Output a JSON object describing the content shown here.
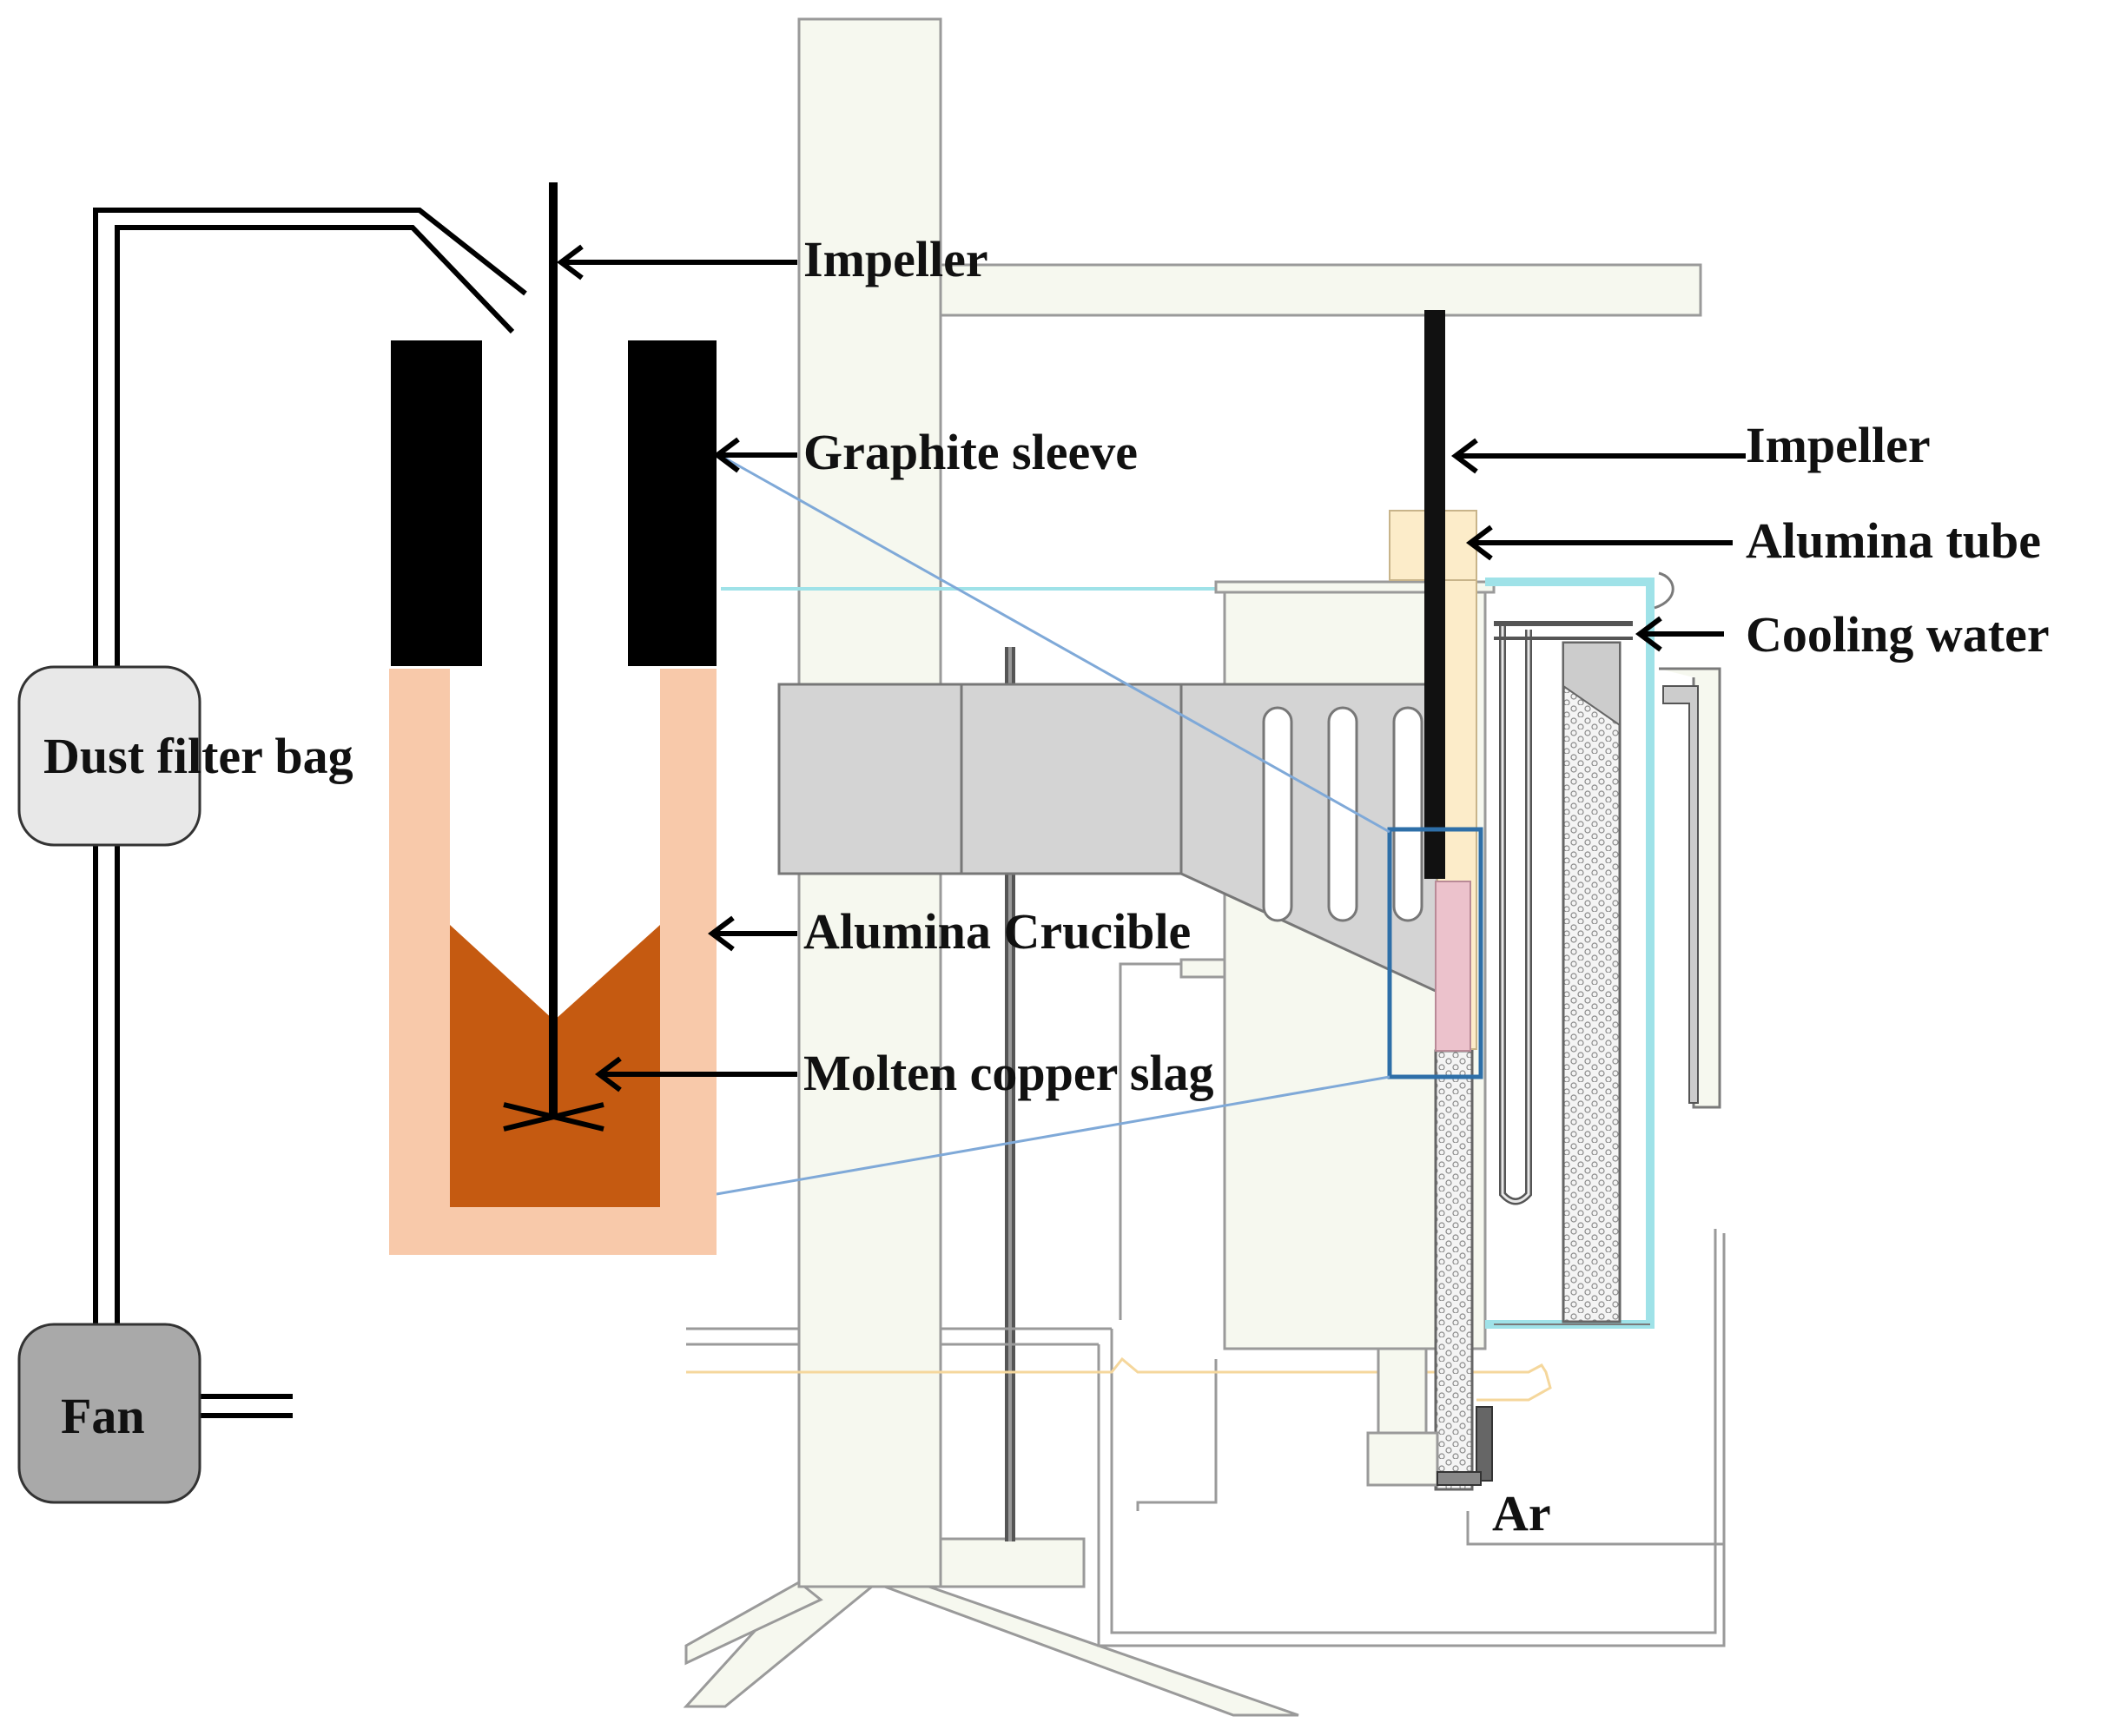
{
  "labels": {
    "impeller_left": "Impeller",
    "graphite_sleeve": "Graphite sleeve",
    "alumina_crucible": "Alumina Crucible",
    "molten_copper_slag": "Molten copper slag",
    "dust_filter_bag": "Dust filter bag",
    "fan": "Fan",
    "impeller_right": "Impeller",
    "alumina_tube": "Alumina tube",
    "cooling_water": "Cooling water",
    "ar": "Ar"
  },
  "colors": {
    "crucible": "#f8c9aa",
    "slag": "#c55a11",
    "graphite": "#000000",
    "furnace_fill": "#f6f8ef",
    "furnace_stroke": "#9a9a9a",
    "box_gray": "#d4d4d4",
    "tube_cream": "#fcecc9",
    "sample_pink": "#ecc2cc",
    "zoom_box": "#2e6fa8",
    "leader_line": "#7fa9d8",
    "cooling_cyan": "#9fe2e8",
    "filter_box": "#e8e8e8",
    "fan_box": "#a9a9a9"
  }
}
